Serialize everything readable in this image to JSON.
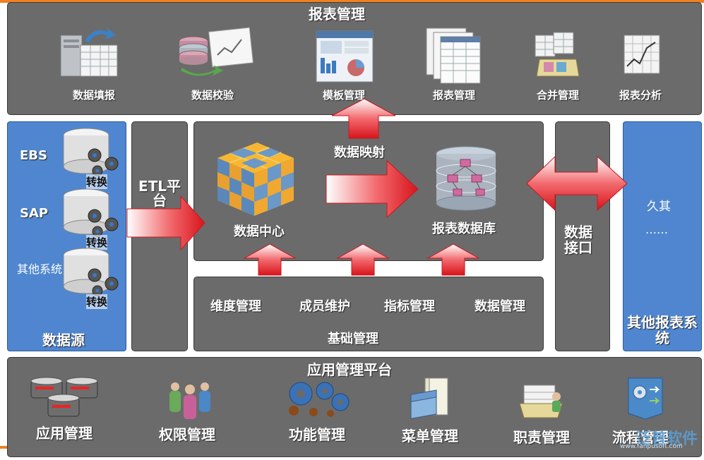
{
  "report_mgmt": {
    "title": "报表管理",
    "items": [
      "数据填报",
      "数据校验",
      "模板管理",
      "报表管理",
      "合并管理",
      "报表分析"
    ]
  },
  "datasource": {
    "title": "数据源",
    "sources": [
      "EBS",
      "SAP",
      "其他系统"
    ],
    "convert_label": "转换"
  },
  "etl": {
    "title": "ETL平台"
  },
  "core": {
    "data_center": "数据中心",
    "mapping": "数据映射",
    "report_db": "报表数据库"
  },
  "basic_mgmt": {
    "title": "基础管理",
    "items": [
      "维度管理",
      "成员维护",
      "指标管理",
      "数据管理"
    ]
  },
  "interface": {
    "title": "数据接口"
  },
  "other_sys": {
    "title": "其他报表系统",
    "item1": "久其",
    "item2": "……"
  },
  "app_platform": {
    "title": "应用管理平台",
    "items": [
      "应用管理",
      "权限管理",
      "功能管理",
      "菜单管理",
      "职责管理",
      "流程管理"
    ]
  },
  "watermark": {
    "text": "泛普软件",
    "url": "www.fanpusoft.com"
  },
  "colors": {
    "panel": "#6b6b6b",
    "blue": "#4f86cf",
    "arrow": "#e8232a",
    "accent": "#f08020"
  }
}
